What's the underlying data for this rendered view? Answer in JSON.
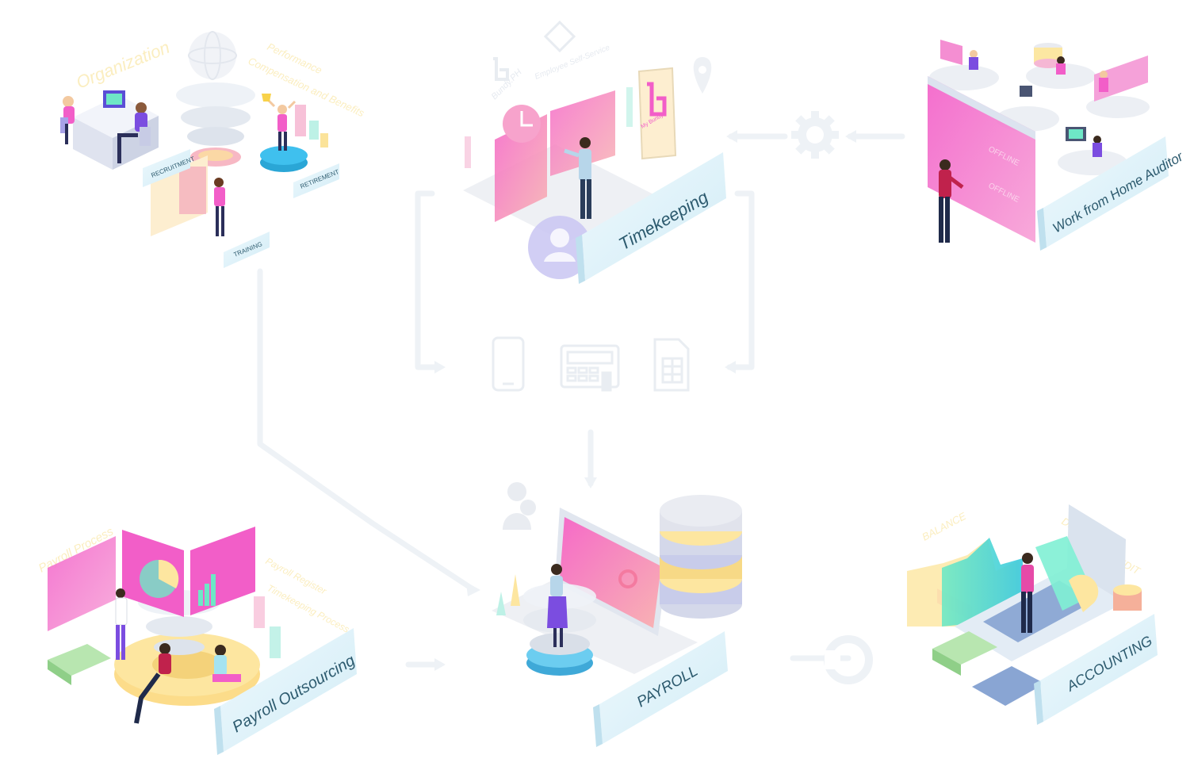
{
  "modules": {
    "hr": {
      "title": "Organization",
      "performance": "Performance",
      "compensation": "Compensation and Benefits",
      "recruitment": "RECRUITMENT",
      "retirement": "RETIREMENT",
      "training": "TRAINING"
    },
    "timekeeping": {
      "bundy_ph": "Bundy.PH",
      "ess": "Employee Self-Service",
      "my_bundy": "My Bundy",
      "label": "Timekeeping"
    },
    "wfh": {
      "label": "Work from Home Auditor",
      "offline_1": "OFFLINE",
      "offline_2": "OFFLINE"
    },
    "payroll_outsourcing": {
      "process": "Payroll Process",
      "register": "Payroll Register",
      "timekeeping_process": "Timekeeping Process",
      "label": "Payroll Outsourcing"
    },
    "payroll": {
      "label": "PAYROLL"
    },
    "accounting": {
      "balance": "BALANCE",
      "debit": "DEBIT",
      "credit": "CREDIT",
      "label": "ACCOUNTING"
    }
  },
  "devices": [
    "mobile-phone-icon",
    "biometric-device-icon",
    "spreadsheet-icon"
  ],
  "colors": {
    "connector": "#eef2f6",
    "label_panel": "#e3f3fb",
    "label_text": "#2c5a6e",
    "pink": "#f25ec8",
    "purple": "#7b4de0",
    "teal": "#3ee0c0",
    "yellow": "#fde6a0",
    "cyan": "#2aa6d6"
  }
}
